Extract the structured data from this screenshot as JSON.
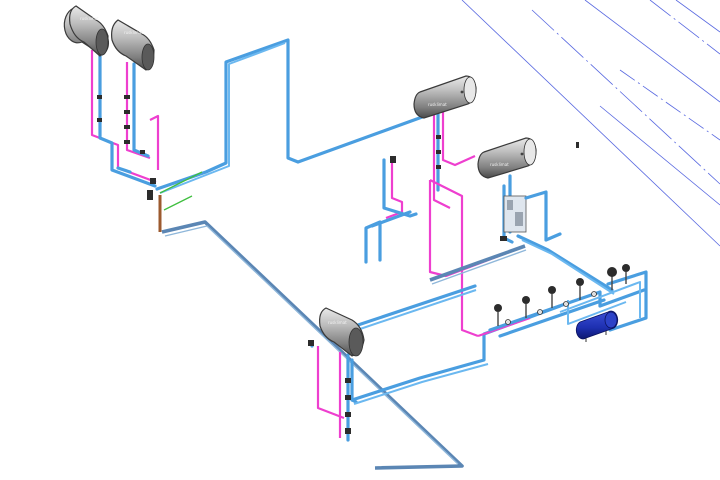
{
  "drawing": {
    "colors": {
      "background": "#ffffff",
      "cold_water": "#4a9ee0",
      "main_line": "#5b86b4",
      "hot_water": "#ee3fcf",
      "gas": "#3fbf3f",
      "tank_shell": "#8a8a8a",
      "expansion_vessel": "#1d2fb0",
      "guide_lines": "#5868e0"
    },
    "icons": {
      "water_heater": "cylindrical-boiler-icon",
      "pump": "circulation-pump-icon",
      "expansion_vessel": "expansion-tank-icon",
      "valve": "valve-icon",
      "gauge": "pressure-gauge-icon"
    },
    "water_heaters": [
      {
        "label": "rusklimat"
      },
      {
        "label": "rusklimat"
      },
      {
        "label": "rusklimat"
      },
      {
        "label": "rusklimat"
      },
      {
        "label": "rusklimat"
      }
    ]
  }
}
